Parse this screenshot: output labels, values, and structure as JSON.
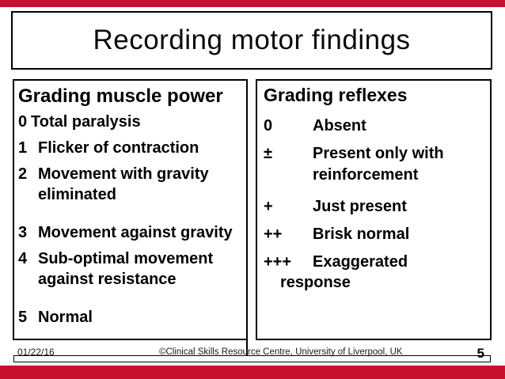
{
  "slide": {
    "title": "Recording motor findings",
    "left_panel": {
      "heading": "Grading muscle power",
      "items": [
        {
          "num": "0",
          "lines": [
            "Total paralysis"
          ],
          "tight": true
        },
        {
          "num": "1",
          "lines": [
            "Flicker of contraction"
          ]
        },
        {
          "num": "2",
          "lines": [
            "Movement with gravity",
            "eliminated"
          ],
          "gap_after": true
        },
        {
          "num": "3",
          "lines": [
            "Movement against gravity"
          ]
        },
        {
          "num": "4",
          "lines": [
            "Sub-optimal movement",
            "against resistance"
          ],
          "gap_after": true
        },
        {
          "num": "5",
          "lines": [
            "Normal"
          ]
        }
      ]
    },
    "right_panel": {
      "heading": "Grading reflexes",
      "items": [
        {
          "symbol": "0",
          "lines": [
            "Absent"
          ]
        },
        {
          "symbol": "±",
          "lines": [
            "Present only with",
            "reinforcement"
          ],
          "gap_after": true
        },
        {
          "symbol": "+",
          "lines": [
            "Just present"
          ]
        },
        {
          "symbol": "++",
          "lines": [
            "Brisk normal"
          ]
        },
        {
          "symbol": "+++",
          "lines": [
            "Exaggerated"
          ],
          "outdent_line": "response"
        }
      ]
    },
    "footer": {
      "date": "01/22/16",
      "copyright": "©Clinical Skills Resource Centre, University of Liverpool, UK",
      "page_number": "5"
    },
    "colors": {
      "accent_red": "#c8102e"
    }
  }
}
